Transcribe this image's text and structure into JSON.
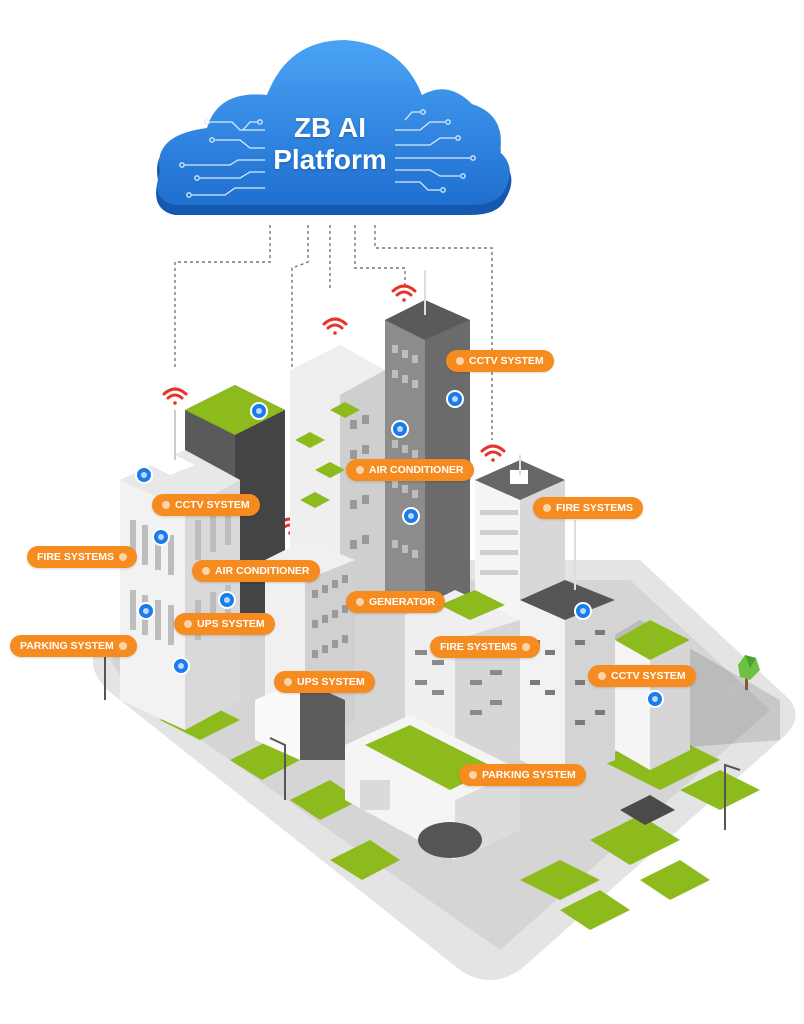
{
  "cloud": {
    "title_line1": "ZB AI",
    "title_line2": "Platform",
    "color": "#2f86e0"
  },
  "colors": {
    "tag": "#f68b1f",
    "sensor": "#1a7bea",
    "wifi": "#e8332a",
    "grass": "#8dbb1e",
    "ground": "#e6e6e6"
  },
  "tags": [
    {
      "id": "cctv-1",
      "label": "CCTV SYSTEM",
      "dot": "left"
    },
    {
      "id": "air-1",
      "label": "AIR CONDITIONER",
      "dot": "left"
    },
    {
      "id": "fire-1",
      "label": "FIRE SYSTEMS",
      "dot": "left"
    },
    {
      "id": "cctv-2",
      "label": "CCTV SYSTEM",
      "dot": "left"
    },
    {
      "id": "fire-2",
      "label": "FIRE SYSTEMS",
      "dot": "right"
    },
    {
      "id": "air-2",
      "label": "AIR CONDITIONER",
      "dot": "left"
    },
    {
      "id": "gen-1",
      "label": "GENERATOR",
      "dot": "left"
    },
    {
      "id": "ups-1",
      "label": "UPS SYSTEM",
      "dot": "left"
    },
    {
      "id": "park-1",
      "label": "PARKING SYSTEM",
      "dot": "right"
    },
    {
      "id": "fire-3",
      "label": "FIRE SYSTEMS",
      "dot": "right"
    },
    {
      "id": "cctv-3",
      "label": "CCTV SYSTEM",
      "dot": "left"
    },
    {
      "id": "ups-2",
      "label": "UPS SYSTEM",
      "dot": "left"
    },
    {
      "id": "park-2",
      "label": "PARKING SYSTEM",
      "dot": "left"
    }
  ]
}
